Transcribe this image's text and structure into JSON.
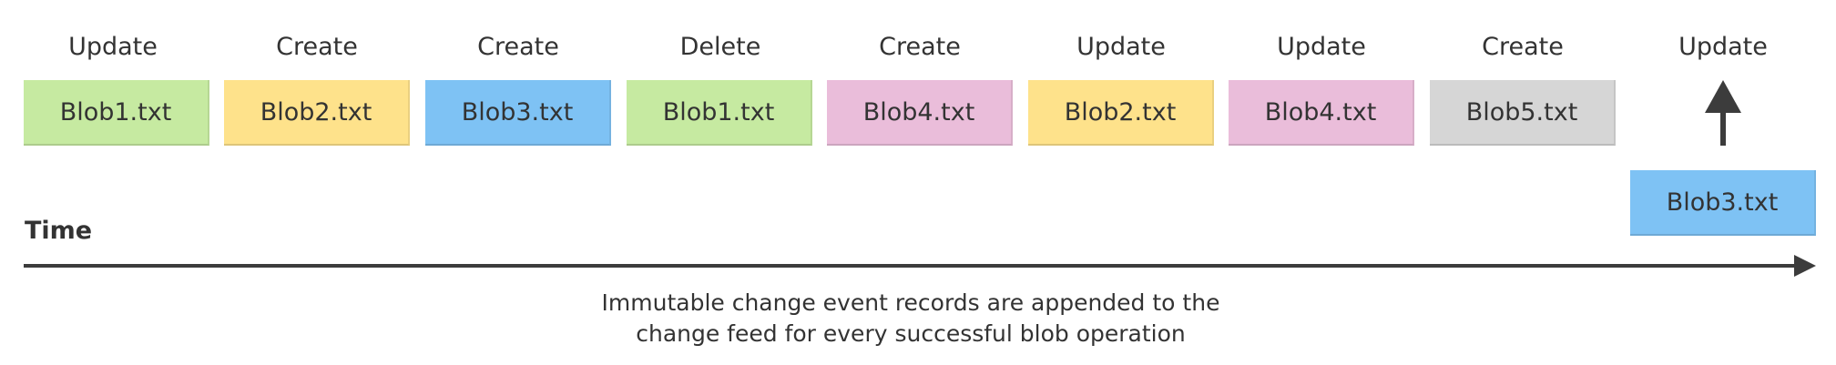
{
  "colors": {
    "green": "#c6eaa1",
    "yellow": "#fee28b",
    "blue": "#7ec2f4",
    "pink": "#eabdda",
    "gray": "#d6d6d6",
    "axis": "#3c3c3c"
  },
  "events": [
    {
      "operation": "Update",
      "blob": "Blob1.txt",
      "color": "#c6eaa1"
    },
    {
      "operation": "Create",
      "blob": "Blob2.txt",
      "color": "#fee28b"
    },
    {
      "operation": "Create",
      "blob": "Blob3.txt",
      "color": "#7ec2f4"
    },
    {
      "operation": "Delete",
      "blob": "Blob1.txt",
      "color": "#c6eaa1"
    },
    {
      "operation": "Create",
      "blob": "Blob4.txt",
      "color": "#eabdda"
    },
    {
      "operation": "Update",
      "blob": "Blob2.txt",
      "color": "#fee28b"
    },
    {
      "operation": "Update",
      "blob": "Blob4.txt",
      "color": "#eabdda"
    },
    {
      "operation": "Create",
      "blob": "Blob5.txt",
      "color": "#d6d6d6"
    }
  ],
  "pending_event": {
    "operation": "Update",
    "blob": "Blob3.txt",
    "color": "#7ec2f4"
  },
  "time_label": "Time",
  "caption": {
    "line1": "Immutable change event records are appended to the",
    "line2": "change feed for every successful blob operation"
  }
}
